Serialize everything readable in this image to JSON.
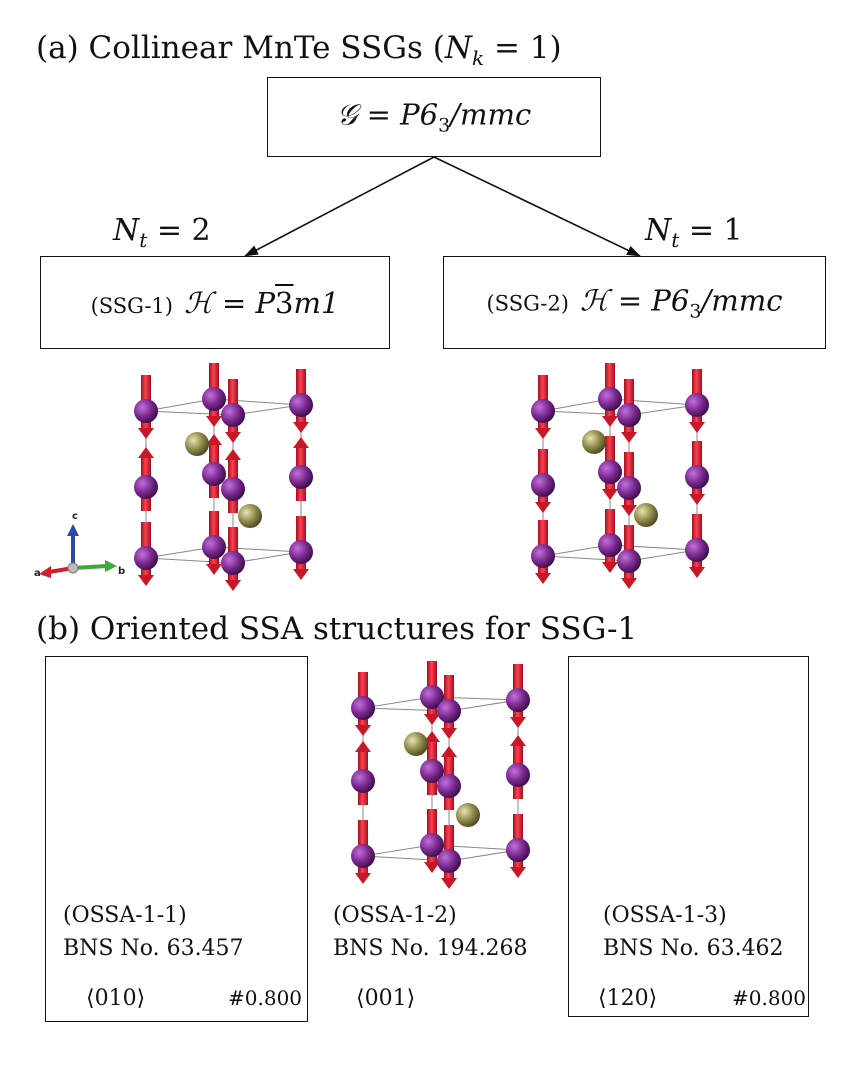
{
  "heading_a": "(a) Collinear MnTe SSGs (N_k = 1)",
  "heading_a_parts": {
    "text": "(a) Collinear MnTe SSGs (",
    "N": "N",
    "sub": "k",
    "rest": " = 1)"
  },
  "root_box": {
    "lhs": "𝒢",
    "eq": " = ",
    "rhs": "P6",
    "sub": "3",
    "tail": "/mmc"
  },
  "branch_left": {
    "N": "N",
    "sub": "t",
    "rest": " = 2"
  },
  "branch_right": {
    "N": "N",
    "sub": "t",
    "rest": " = 1"
  },
  "ssg1": {
    "tag": "(SSG-1)",
    "lhs": "ℋ",
    "eq": " = ",
    "rhs_a": "P",
    "bar": "3",
    "rhs_b": "m1"
  },
  "ssg2": {
    "tag": "(SSG-2)",
    "lhs": "ℋ",
    "eq": " = ",
    "rhs": "P6",
    "sub": "3",
    "tail": "/mmc"
  },
  "axes": {
    "a": "a",
    "b": "b",
    "c": "c"
  },
  "heading_b": "(b) Oriented SSA structures for SSG-1",
  "ossa": [
    {
      "tag": "(OSSA-1-1)",
      "bns": "BNS No. 63.457",
      "dir": "⟨010⟩",
      "note": "#0.800"
    },
    {
      "tag": "(OSSA-1-2)",
      "bns": "BNS No. 194.268",
      "dir": "⟨001⟩",
      "note": ""
    },
    {
      "tag": "(OSSA-1-3)",
      "bns": "BNS No. 63.462",
      "dir": "⟨120⟩",
      "note": "#0.800"
    }
  ],
  "colors": {
    "mn_atom": "#7a2a8f",
    "te_atom": "#8f8a4a",
    "spin_arrow": "#e02030",
    "axis_a": "#d0202a",
    "axis_b": "#3aa83a",
    "axis_c": "#2a4aa8"
  },
  "structures": {
    "ssg1": "alternating up/down spins",
    "ssg2": "all spins down"
  }
}
